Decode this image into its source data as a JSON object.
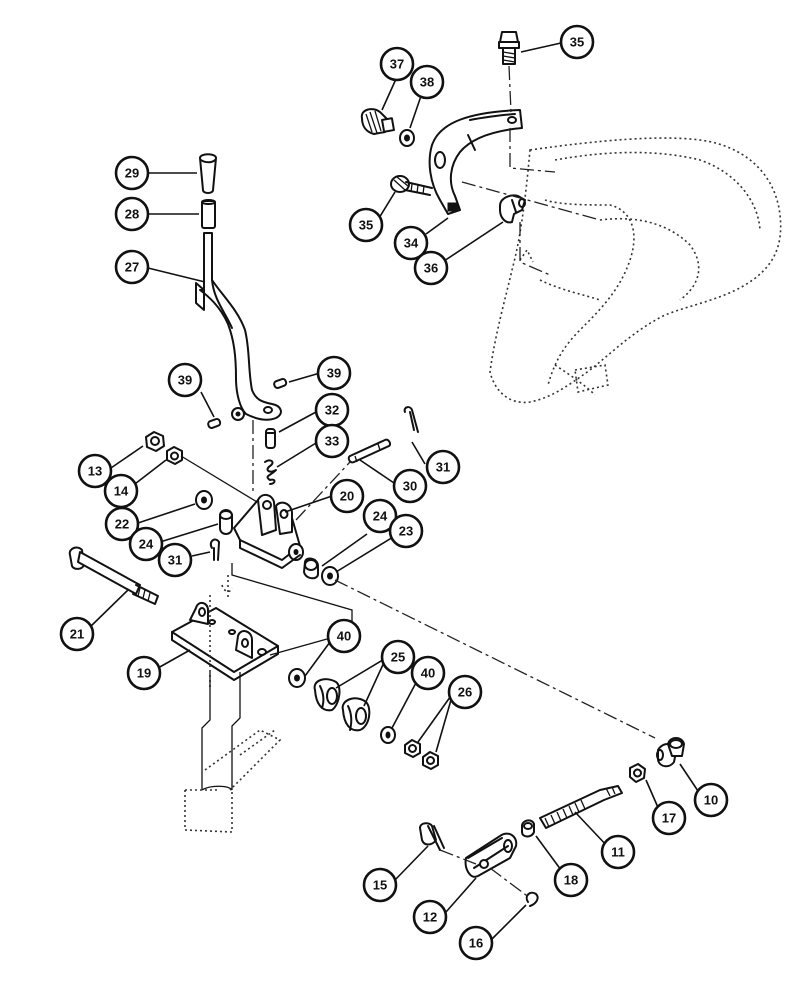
{
  "callouts": [
    {
      "id": "c35a",
      "label": "35"
    },
    {
      "id": "c37",
      "label": "37"
    },
    {
      "id": "c38",
      "label": "38"
    },
    {
      "id": "c35b",
      "label": "35"
    },
    {
      "id": "c34",
      "label": "34"
    },
    {
      "id": "c36",
      "label": "36"
    },
    {
      "id": "c29",
      "label": "29"
    },
    {
      "id": "c28",
      "label": "28"
    },
    {
      "id": "c27",
      "label": "27"
    },
    {
      "id": "c39a",
      "label": "39"
    },
    {
      "id": "c39b",
      "label": "39"
    },
    {
      "id": "c32",
      "label": "32"
    },
    {
      "id": "c33",
      "label": "33"
    },
    {
      "id": "c31a",
      "label": "31"
    },
    {
      "id": "c13",
      "label": "13"
    },
    {
      "id": "c14",
      "label": "14"
    },
    {
      "id": "c30",
      "label": "30"
    },
    {
      "id": "c22",
      "label": "22"
    },
    {
      "id": "c20",
      "label": "20"
    },
    {
      "id": "c24a",
      "label": "24"
    },
    {
      "id": "c24b",
      "label": "24"
    },
    {
      "id": "c23",
      "label": "23"
    },
    {
      "id": "c31b",
      "label": "31"
    },
    {
      "id": "c21",
      "label": "21"
    },
    {
      "id": "c19",
      "label": "19"
    },
    {
      "id": "c40a",
      "label": "40"
    },
    {
      "id": "c25",
      "label": "25"
    },
    {
      "id": "c40b",
      "label": "40"
    },
    {
      "id": "c26",
      "label": "26"
    },
    {
      "id": "c10",
      "label": "10"
    },
    {
      "id": "c17",
      "label": "17"
    },
    {
      "id": "c11",
      "label": "11"
    },
    {
      "id": "c15",
      "label": "15"
    },
    {
      "id": "c18",
      "label": "18"
    },
    {
      "id": "c12",
      "label": "12"
    },
    {
      "id": "c16",
      "label": "16"
    }
  ]
}
